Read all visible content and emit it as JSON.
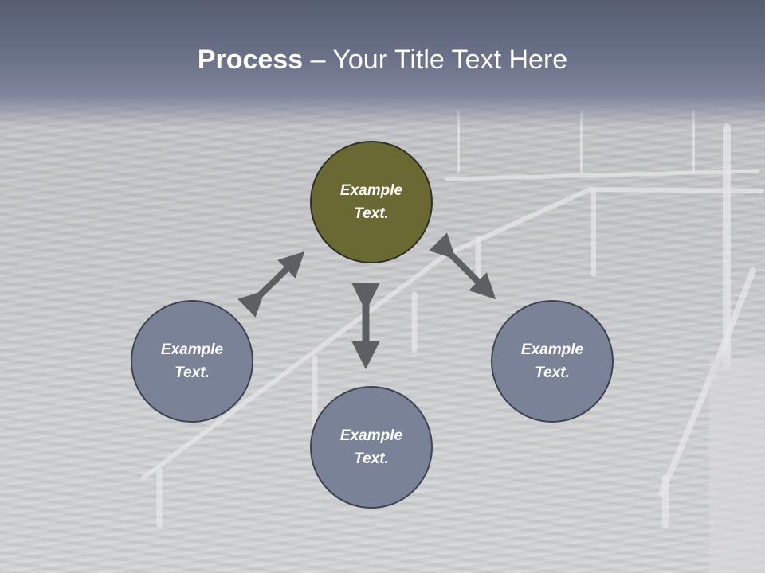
{
  "slide": {
    "title_bold": "Process",
    "title_rest": " – Your Title Text Here"
  },
  "diagram": {
    "nodes": [
      {
        "id": "top",
        "line1": "Example",
        "line2": "Text."
      },
      {
        "id": "left",
        "line1": "Example",
        "line2": "Text."
      },
      {
        "id": "right",
        "line1": "Example",
        "line2": "Text."
      },
      {
        "id": "bottom",
        "line1": "Example",
        "line2": "Text."
      }
    ]
  },
  "colors": {
    "title_band": "#6a7188",
    "center_node": "#6a6933",
    "outer_node": "#7a8297",
    "arrow": "#5e5f62"
  }
}
